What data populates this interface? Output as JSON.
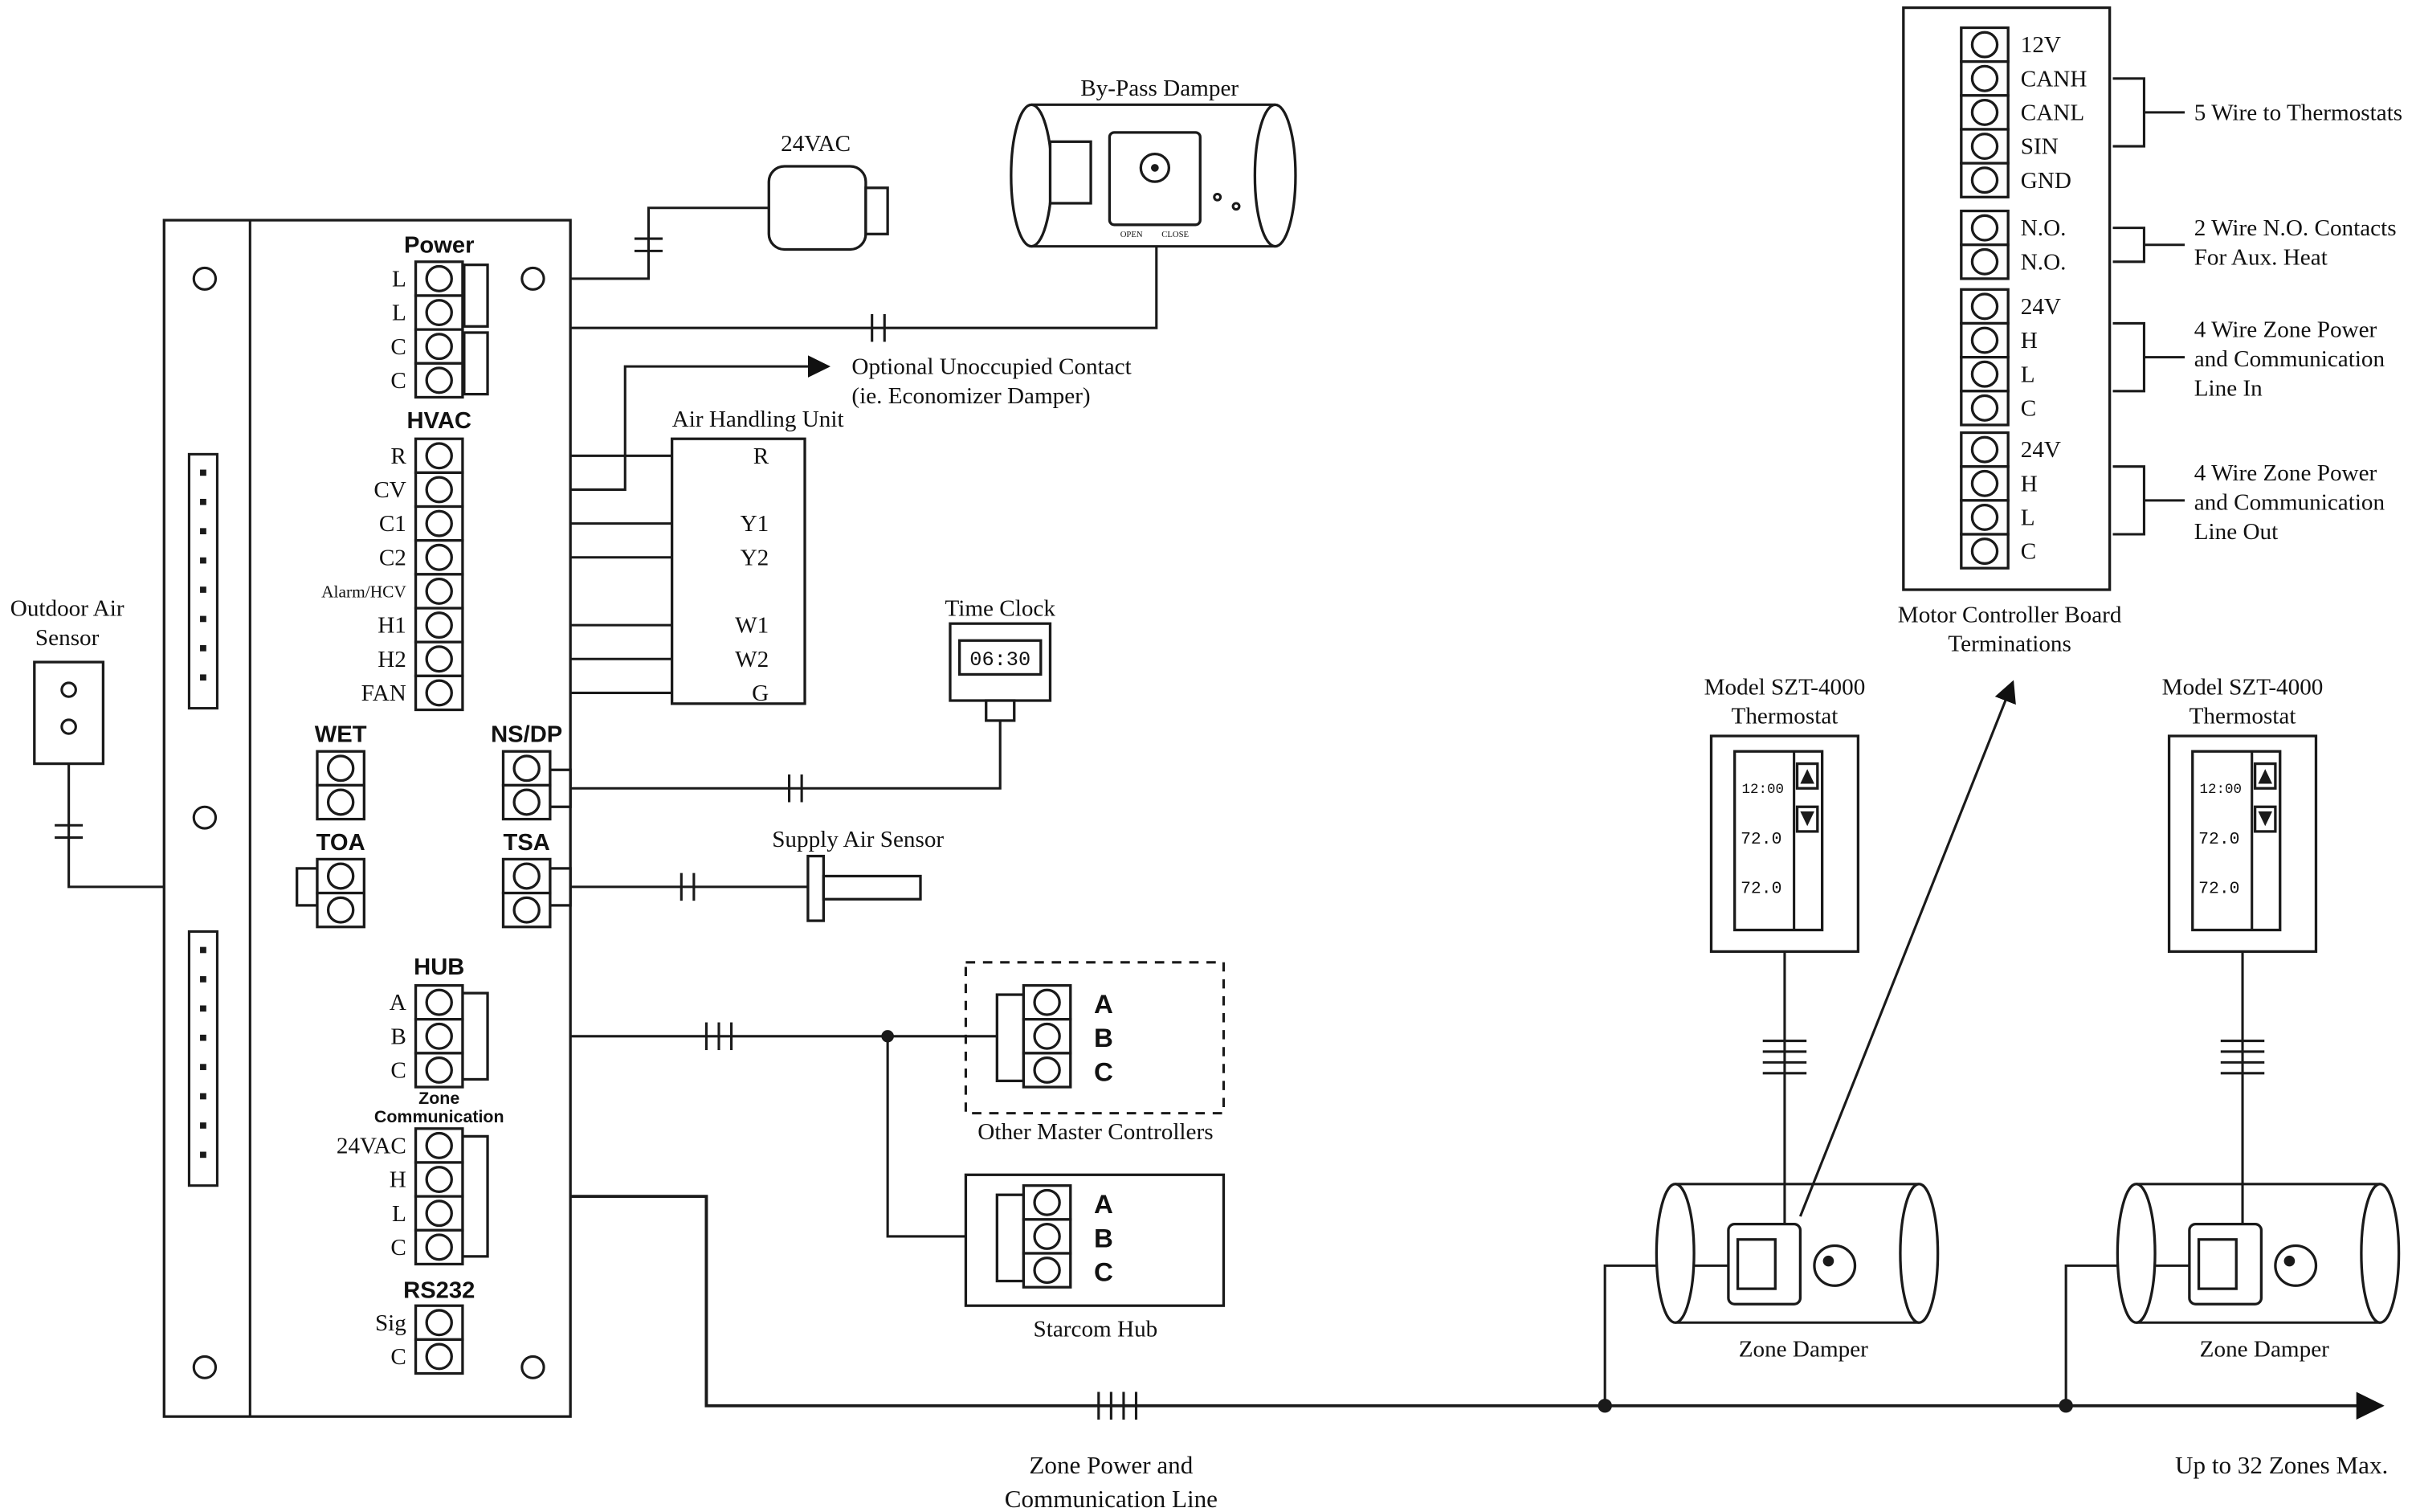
{
  "colors": {
    "ink": "#1a1a1a",
    "background": "#ffffff"
  },
  "diagram": {
    "bypass_damper": {
      "title": "By-Pass Damper",
      "open": "OPEN",
      "close": "CLOSE"
    },
    "transformer": {
      "label": "24VAC"
    },
    "power": {
      "title": "Power",
      "terminals": [
        "L",
        "L",
        "C",
        "C"
      ]
    },
    "hvac": {
      "title": "HVAC",
      "terminals": [
        "R",
        "CV",
        "C1",
        "C2",
        "Alarm/HCV",
        "H1",
        "H2",
        "FAN"
      ]
    },
    "optional_contact": {
      "line1": "Optional Unoccupied Contact",
      "line2": "(ie. Economizer Damper)"
    },
    "ahu": {
      "title": "Air Handling Unit",
      "terminals": [
        "R",
        "Y1",
        "Y2",
        "W1",
        "W2",
        "G"
      ]
    },
    "time_clock": {
      "title": "Time Clock",
      "time": "06:30"
    },
    "wet": {
      "title": "WET"
    },
    "nsdp": {
      "title": "NS/DP"
    },
    "toa": {
      "title": "TOA"
    },
    "tsa": {
      "title": "TSA"
    },
    "outdoor_sensor": {
      "line1": "Outdoor Air",
      "line2": "Sensor"
    },
    "supply_sensor": {
      "title": "Supply Air Sensor"
    },
    "hub": {
      "title": "HUB",
      "terminals": [
        "A",
        "B",
        "C"
      ]
    },
    "zone_comm": {
      "line1": "Zone",
      "line2": "Communication",
      "terminals": [
        "24VAC",
        "H",
        "L",
        "C"
      ]
    },
    "rs232": {
      "title": "RS232",
      "terminals": [
        "Sig",
        "C"
      ]
    },
    "other_masters": {
      "terminals": [
        "A",
        "B",
        "C"
      ],
      "caption": "Other Master Controllers"
    },
    "starcom": {
      "terminals": [
        "A",
        "B",
        "C"
      ],
      "caption": "Starcom Hub"
    },
    "motor_board": {
      "caption_line1": "Motor Controller Board",
      "caption_line2": "Terminations",
      "group1": [
        "12V",
        "CANH",
        "CANL",
        "SIN",
        "GND"
      ],
      "group2": [
        "N.O.",
        "N.O."
      ],
      "group3": [
        "24V",
        "H",
        "L",
        "C"
      ],
      "group4": [
        "24V",
        "H",
        "L",
        "C"
      ],
      "note1": "5 Wire to Thermostats",
      "note2_line1": "2 Wire N.O. Contacts",
      "note2_line2": "For Aux. Heat",
      "note3_line1": "4 Wire Zone Power",
      "note3_line2": "and Communication",
      "note3_line3": "Line In",
      "note4_line1": "4 Wire Zone Power",
      "note4_line2": "and Communication",
      "note4_line3": "Line Out"
    },
    "thermostat": {
      "line1": "Model SZT-4000",
      "line2": "Thermostat",
      "display": [
        "12:00",
        "72.0",
        "72.0"
      ]
    },
    "zone_damper": {
      "caption": "Zone Damper"
    },
    "bottom": {
      "line1": "Zone Power and",
      "line2": "Communication Line",
      "right": "Up to 32 Zones Max."
    }
  }
}
